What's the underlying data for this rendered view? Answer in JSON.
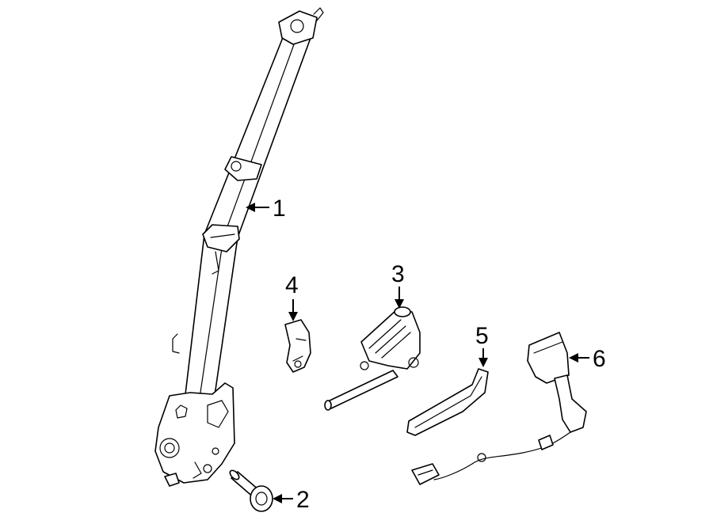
{
  "callouts": [
    {
      "number": "1"
    },
    {
      "number": "2"
    },
    {
      "number": "3"
    },
    {
      "number": "4"
    },
    {
      "number": "5"
    },
    {
      "number": "6"
    }
  ],
  "colors": {
    "line": "#000000",
    "background": "#ffffff"
  }
}
